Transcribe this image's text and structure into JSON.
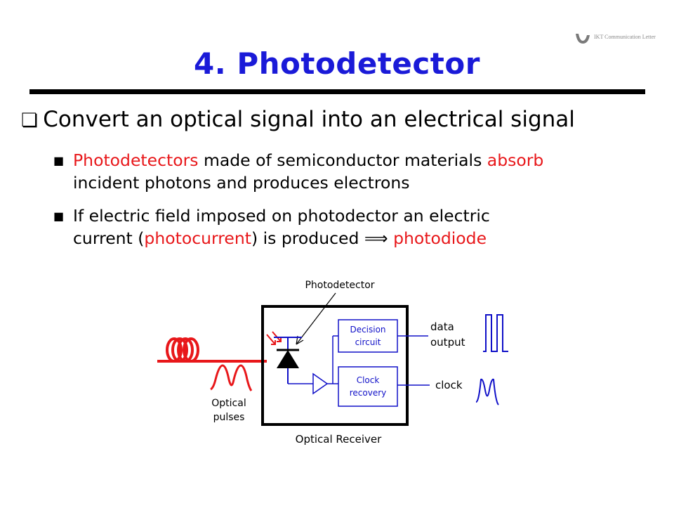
{
  "header": {
    "logo_text": "IKT Communication Letter"
  },
  "title": "4. Photodetector",
  "bullet": {
    "icon": "checkbox-square-icon",
    "text": "Convert an optical signal into an electrical signal"
  },
  "sub1": {
    "part1": "Photodetectors",
    "part2": " made of semiconductor materials ",
    "part3": "absorb",
    "line2": "incident photons and produces electrons"
  },
  "sub2": {
    "line1": "If electric field imposed on photodector an electric",
    "part1": "current (",
    "part2": "photocurrent",
    "part3": ") is produced ",
    "arrow": "⟹",
    "part4": " photodiode"
  },
  "diagram": {
    "photodetector_label": "Photodetector",
    "decision_line1": "Decision",
    "decision_line2": "circuit",
    "clock_line1": "Clock",
    "clock_line2": "recovery",
    "data_output_line1": "data",
    "data_output_line2": "output",
    "clock_label": "clock",
    "optical_pulses_line1": "Optical",
    "optical_pulses_line2": "pulses",
    "receiver_label": "Optical Receiver"
  },
  "colors": {
    "title": "#1a1ad8",
    "highlight": "#e8171a",
    "diagram_blue": "#1010c8",
    "fiber_red": "#e8171a"
  }
}
